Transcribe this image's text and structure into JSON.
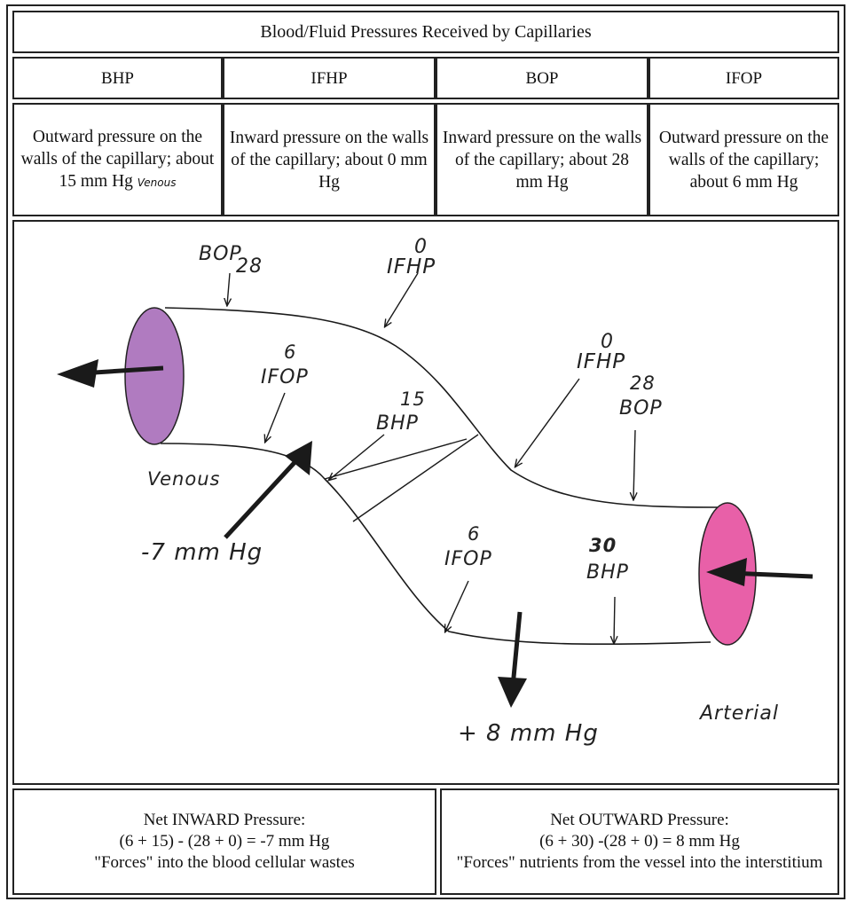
{
  "title": "Blood/Fluid Pressures Received by Capillaries",
  "columns": [
    {
      "header": "BHP",
      "description": "Outward pressure on the walls of the capillary; about 15 mm Hg",
      "note": "Venous"
    },
    {
      "header": "IFHP",
      "description": "Inward pressure on the walls of the capillary; about 0 mm Hg"
    },
    {
      "header": "BOP",
      "description": "Inward pressure on the walls of the capillary; about 28 mm Hg"
    },
    {
      "header": "IFOP",
      "description": "Outward pressure on the walls of the capillary; about 6 mm Hg"
    }
  ],
  "diagram": {
    "labels": {
      "bop_venous": "BOP",
      "bop_venous_value": "28",
      "ifhp_top_value": "0",
      "ifhp_top": "IFHP",
      "ifop_venous_value": "6",
      "ifop_venous": "IFOP",
      "bhp_venous_value": "15",
      "bhp_venous": "BHP",
      "ifhp_arterial_value": "0",
      "ifhp_arterial": "IFHP",
      "bop_arterial_value": "28",
      "bop_arterial": "BOP",
      "ifop_arterial_value": "6",
      "ifop_arterial": "IFOP",
      "bhp_arterial_value": "30",
      "bhp_arterial": "BHP",
      "venous": "Venous",
      "arterial": "Arterial",
      "net_in": "-7 mm Hg",
      "net_out": "+ 8 mm Hg"
    },
    "colors": {
      "venous_end": "#b07bc0",
      "arterial_end": "#e860a8",
      "ink": "#1a1a1a"
    }
  },
  "footer": {
    "left": {
      "heading": "Net INWARD Pressure:",
      "equation": "(6 + 15) - (28 + 0) = -7 mm Hg",
      "effect": "\"Forces\" into the blood cellular wastes"
    },
    "right": {
      "heading": "Net OUTWARD Pressure:",
      "equation": "(6 + 30) -(28 + 0) = 8 mm Hg",
      "effect": "\"Forces\" nutrients from the vessel into the interstitium"
    }
  }
}
